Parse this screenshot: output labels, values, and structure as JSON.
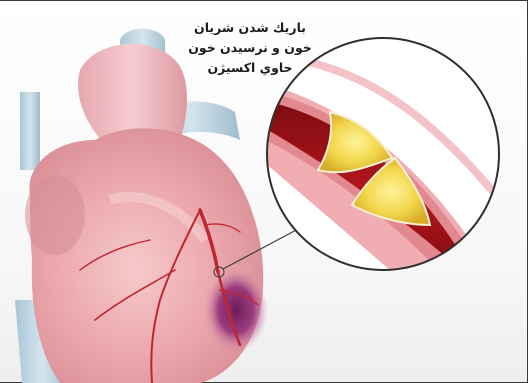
{
  "caption": {
    "lines": [
      "باريك شدن شريان",
      "خون و نرسيدن خون",
      "حاوي اكسيژن"
    ]
  },
  "colors": {
    "heart": "#e8a2a8",
    "aorta": "#b9d2df",
    "blood": "#a5171d",
    "plaque": "#f2d64b",
    "infarct": "#8a2a6e"
  }
}
